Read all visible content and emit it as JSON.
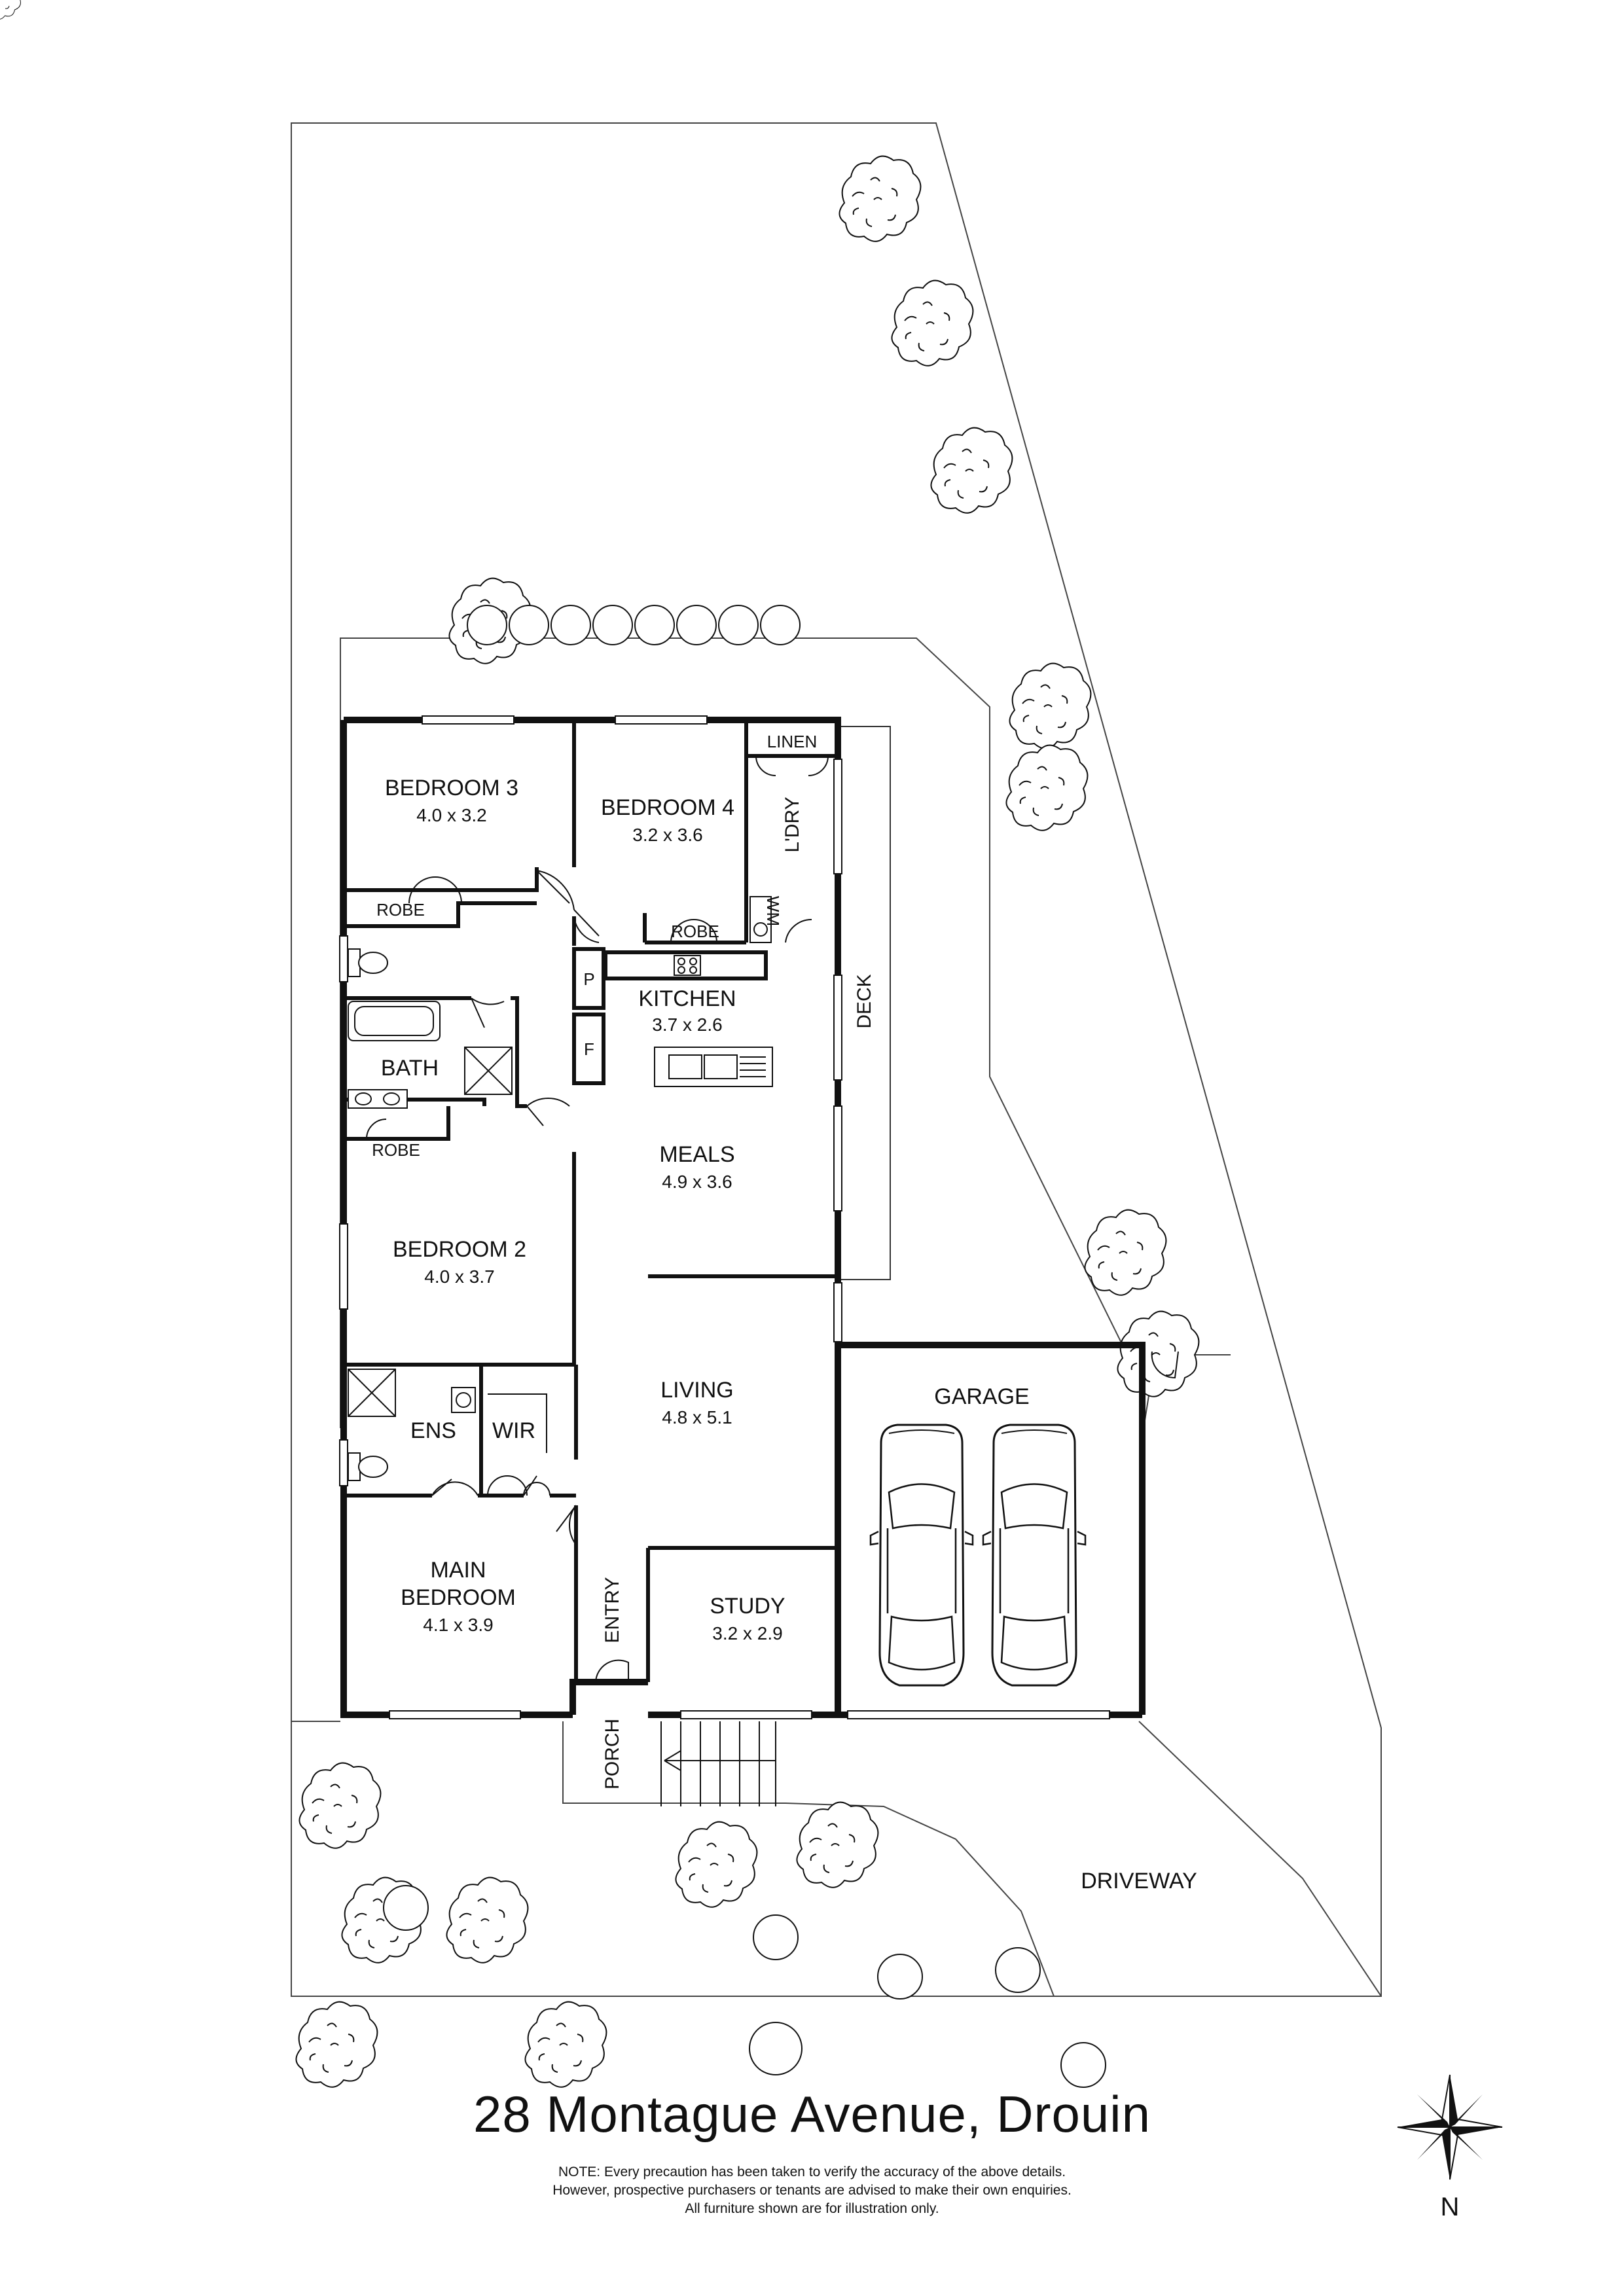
{
  "rooms": [
    {
      "id": "bedroom-3",
      "name": "BEDROOM 3",
      "dims": "4.0 x 3.2"
    },
    {
      "id": "bedroom-4",
      "name": "BEDROOM 4",
      "dims": "3.2 x 3.6"
    },
    {
      "id": "kitchen",
      "name": "KITCHEN",
      "dims": "3.7 x 2.6"
    },
    {
      "id": "meals",
      "name": "MEALS",
      "dims": "4.9 x 3.6"
    },
    {
      "id": "bedroom-2",
      "name": "BEDROOM 2",
      "dims": "4.0 x 3.7"
    },
    {
      "id": "living",
      "name": "LIVING",
      "dims": "4.8 x 5.1"
    },
    {
      "id": "main-bedroom",
      "name": "MAIN BEDROOM",
      "name_line1": "MAIN",
      "name_line2": "BEDROOM",
      "dims": "4.1 x 3.9"
    },
    {
      "id": "study",
      "name": "STUDY",
      "dims": "3.2 x 2.9"
    }
  ],
  "labels": {
    "linen": "LINEN",
    "laundry": "L'DRY",
    "robe": "ROBE",
    "wm": "WM",
    "pantry": "P",
    "fridge": "F",
    "bath": "BATH",
    "ensuite": "ENS",
    "wir": "WIR",
    "deck": "DECK",
    "garage": "GARAGE",
    "entry": "ENTRY",
    "porch": "PORCH",
    "driveway": "DRIVEWAY"
  },
  "address": "28 Montague Avenue, Drouin",
  "note_lines": [
    "NOTE: Every precaution has been taken to verify the accuracy of the above details.",
    "However, prospective purchasers or tenants are advised to make their own enquiries.",
    "All furniture shown are for illustration only."
  ],
  "compass_label": "N"
}
